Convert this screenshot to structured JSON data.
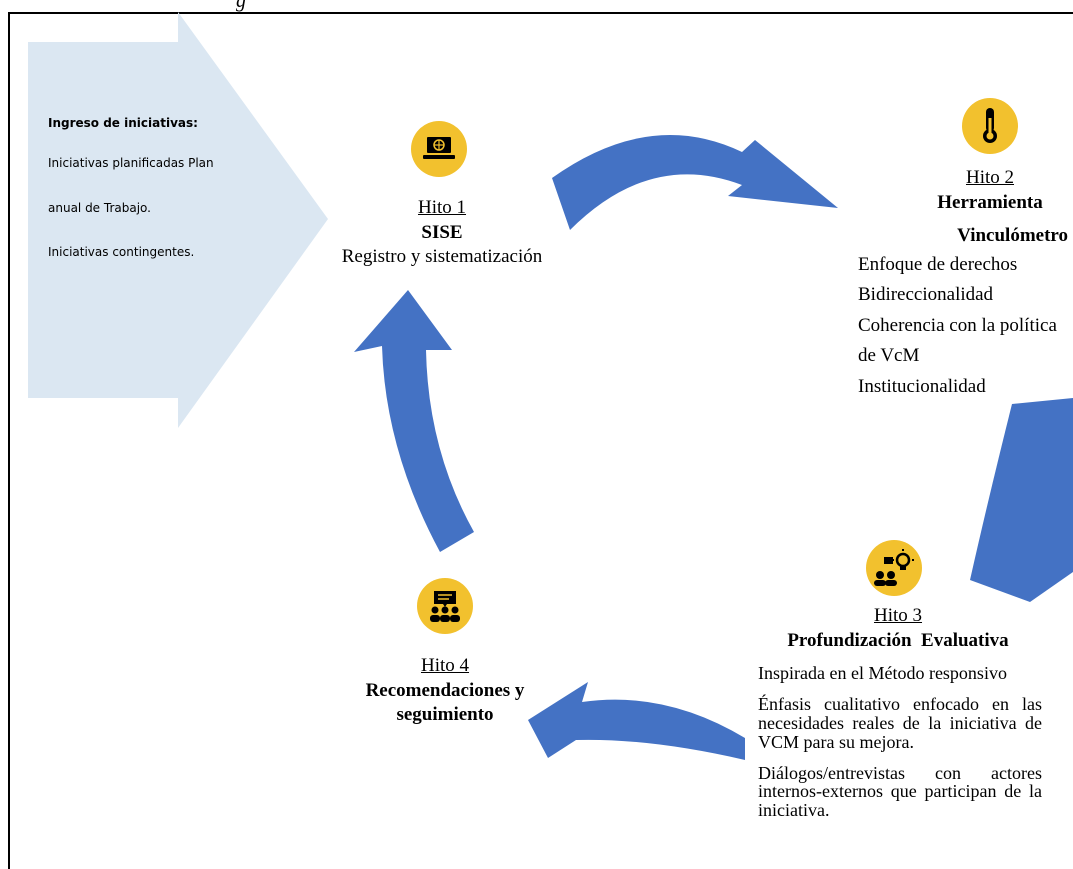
{
  "fragment": "g",
  "colors": {
    "arrow": "#4472c4",
    "side_arrow": "#dbe7f2",
    "icon_bg": "#f2c12e"
  },
  "intake": {
    "heading": "Ingreso de iniciativas:",
    "lines": [
      "Iniciativas planificadas Plan",
      "anual de Trabajo.",
      "Iniciativas contingentes."
    ]
  },
  "hito1": {
    "icon": "laptop-globe-icon",
    "label": "Hito 1",
    "name": "SISE",
    "desc": "Registro y sistematización"
  },
  "hito2": {
    "icon": "thermometer-icon",
    "label": "Hito 2",
    "name_line1": "Herramienta",
    "name_line2": "Vinculómetro",
    "items": [
      "Enfoque de derechos",
      "Bidireccionalidad",
      "Coherencia con la política",
      "de VcM",
      "Institucionalidad"
    ]
  },
  "hito3": {
    "icon": "people-idea-icon",
    "label": "Hito 3",
    "name": "Profundización  Evaluativa",
    "paragraphs": [
      "Inspirada en el Método responsivo",
      "Énfasis cualitativo enfocado en las necesidades reales de la iniciativa de VCM para su mejora.",
      "Diálogos/entrevistas con actores internos-externos que participan de la iniciativa."
    ]
  },
  "hito4": {
    "icon": "meeting-icon",
    "label": "Hito 4",
    "name_line1": "Recomendaciones y",
    "name_line2": "seguimiento"
  }
}
